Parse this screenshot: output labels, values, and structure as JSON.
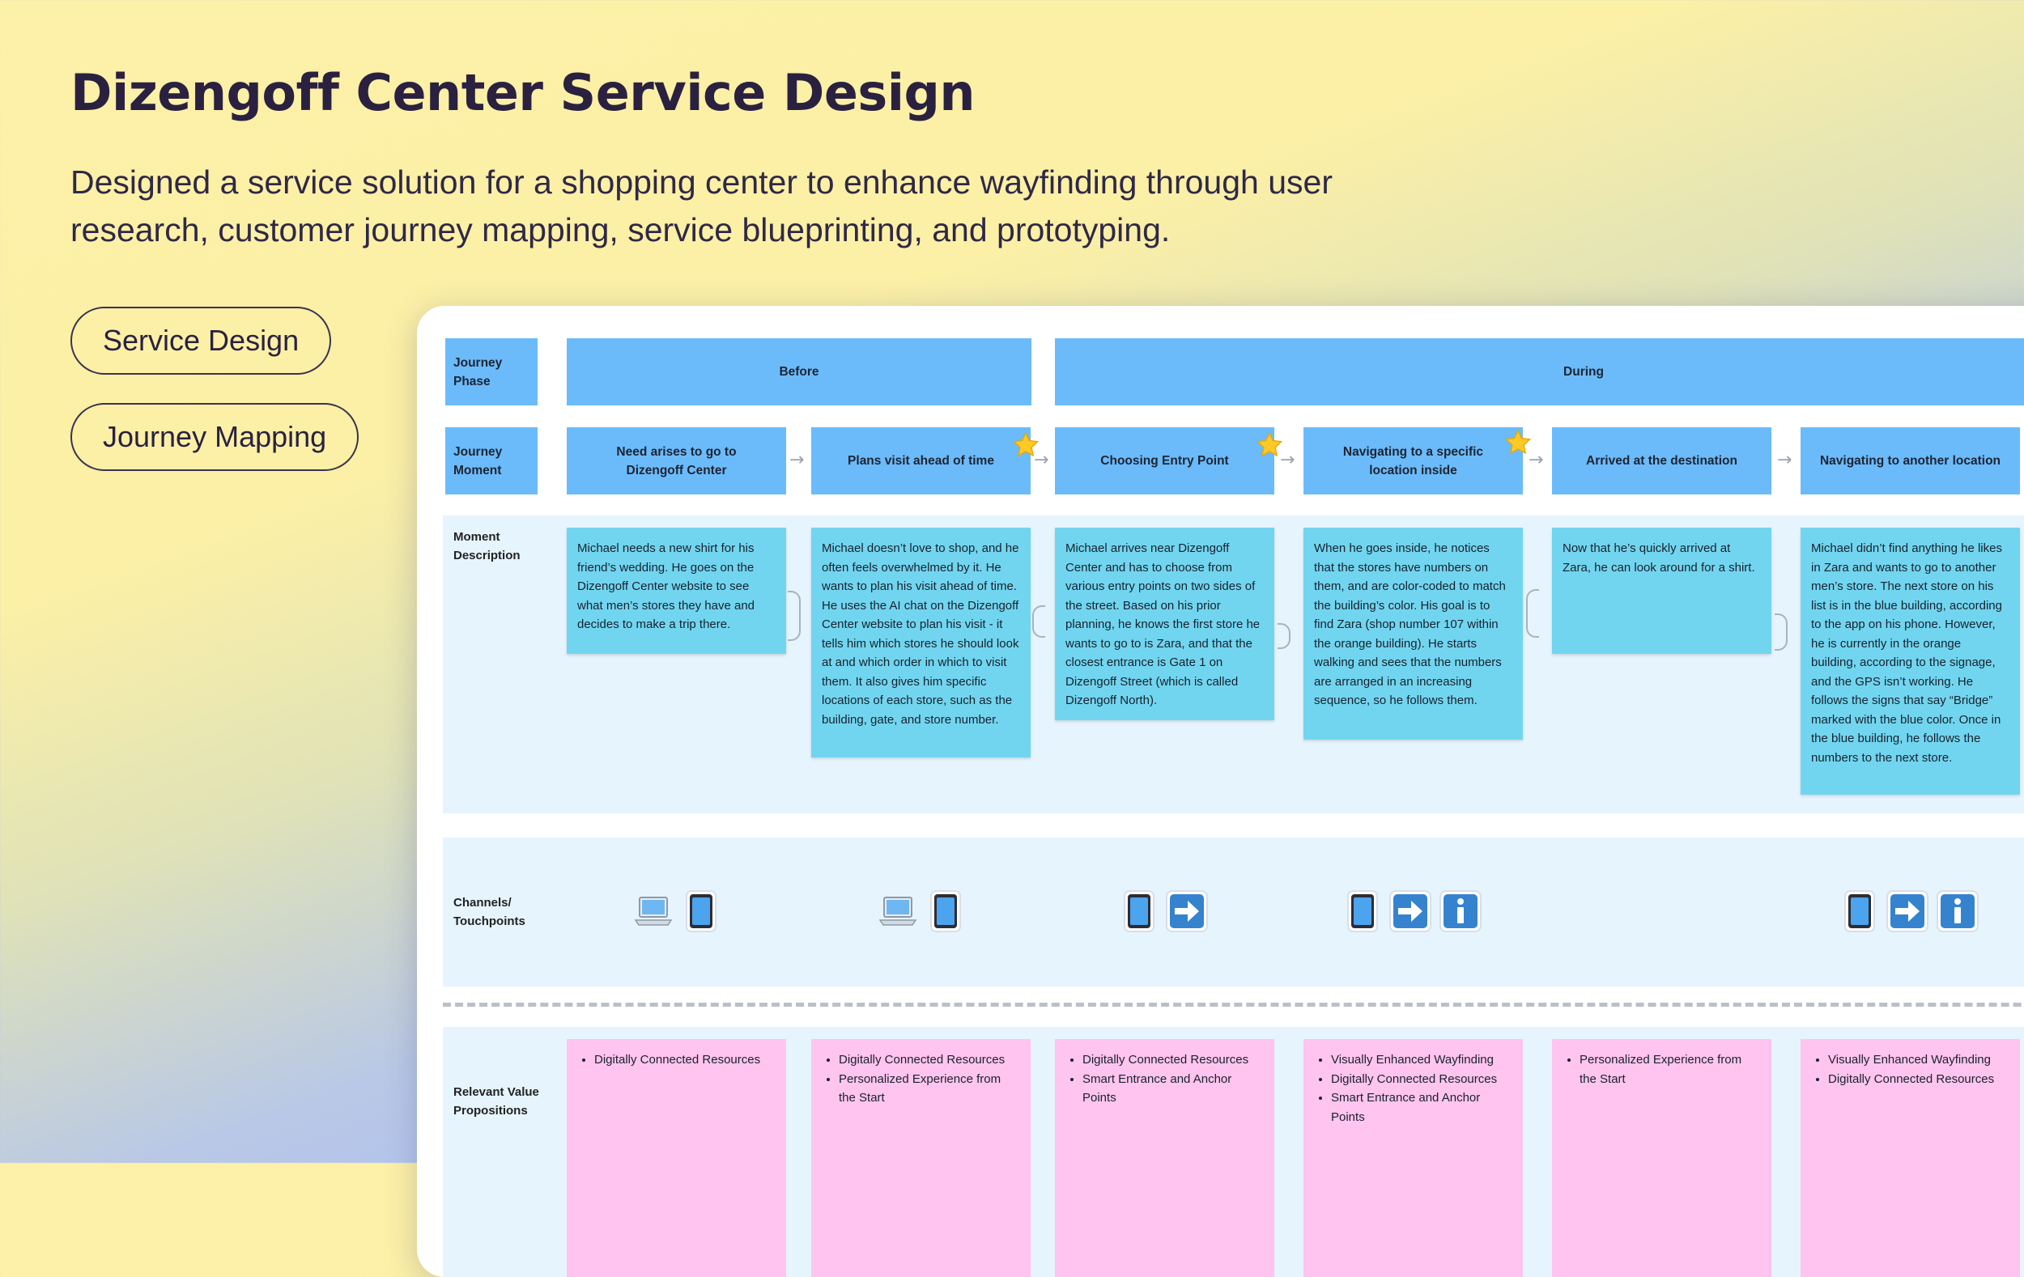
{
  "header": {
    "title": "Dizengoff Center Service Design",
    "subtitle": "Designed a service solution for a shopping center to enhance wayfinding through user research, customer journey mapping, service blueprinting, and prototyping."
  },
  "tags": [
    "Service Design",
    "Journey Mapping"
  ],
  "board": {
    "row_labels": {
      "phase": "Journey Phase",
      "moment": "Journey Moment",
      "description": "Moment Description",
      "channels": "Channels/ Touchpoints",
      "value": "Relevant Value Propositions"
    },
    "phases": [
      "Before",
      "During"
    ],
    "moments": [
      {
        "label": "Need arises to go to Dizengoff Center",
        "starred": false
      },
      {
        "label": "Plans visit ahead of time",
        "starred": true
      },
      {
        "label": "Choosing Entry Point",
        "starred": true
      },
      {
        "label": "Navigating to a specific location inside",
        "starred": true
      },
      {
        "label": "Arrived at the destination",
        "starred": false
      },
      {
        "label": "Navigating to another location",
        "starred": false
      }
    ],
    "descriptions": [
      "Michael needs a new shirt for his friend’s wedding. He goes on the Dizengoff Center website to see what men’s stores they have and decides to make a trip there.",
      "Michael doesn’t love to shop, and he often feels overwhelmed by it. He wants to plan his visit ahead of time. He uses the AI chat on the Dizengoff Center website to plan his visit - it tells him which stores he should look at and which order in which to visit them. It also gives him specific locations of each store, such as the building, gate, and store number.",
      "Michael arrives near Dizengoff Center and has to choose from various entry points on two sides of the street. Based on his prior planning, he knows the first store he wants to go to is Zara, and that the closest entrance is Gate 1 on Dizengoff Street (which is called Dizengoff North).",
      "When he goes inside, he notices that the stores have numbers on them, and are color-coded to match the building’s color. His goal is to find Zara (shop number 107 within the orange building). He starts walking and sees that the numbers are arranged in an increasing sequence, so he follows them.",
      "Now that he’s quickly arrived at Zara, he can look around for a shirt.",
      "Michael didn’t find anything he likes in Zara and wants to go to another men’s store. The next store on his list is in the blue building, according to the app on his phone. However, he is currently in the orange building, according to the signage, and the GPS isn’t working. He follows the signs that say “Bridge” marked with the blue color. Once in the blue building, he follows the numbers to the next store."
    ],
    "channels": [
      [
        "laptop-icon",
        "tablet-icon"
      ],
      [
        "laptop-icon",
        "tablet-icon"
      ],
      [
        "tablet-icon",
        "arrow-sign-icon"
      ],
      [
        "tablet-icon",
        "arrow-sign-icon",
        "info-icon"
      ],
      [],
      [
        "tablet-icon",
        "arrow-sign-icon",
        "info-icon"
      ]
    ],
    "value_props": [
      [
        "Digitally Connected Resources"
      ],
      [
        "Digitally Connected Resources",
        "Personalized Experience from the Start"
      ],
      [
        "Digitally Connected Resources",
        "Smart Entrance and Anchor Points"
      ],
      [
        "Visually Enhanced Wayfinding",
        "Digitally Connected Resources",
        "Smart Entrance and Anchor Points"
      ],
      [
        "Personalized Experience from the Start"
      ],
      [
        "Visually Enhanced Wayfinding",
        "Digitally Connected Resources"
      ]
    ]
  },
  "colors": {
    "phase_box": "#6bbbfb",
    "description_card": "#72d5ef",
    "value_card": "#ffc4ef",
    "lane_background": "#e6f4fe",
    "star": "#ffc928"
  }
}
